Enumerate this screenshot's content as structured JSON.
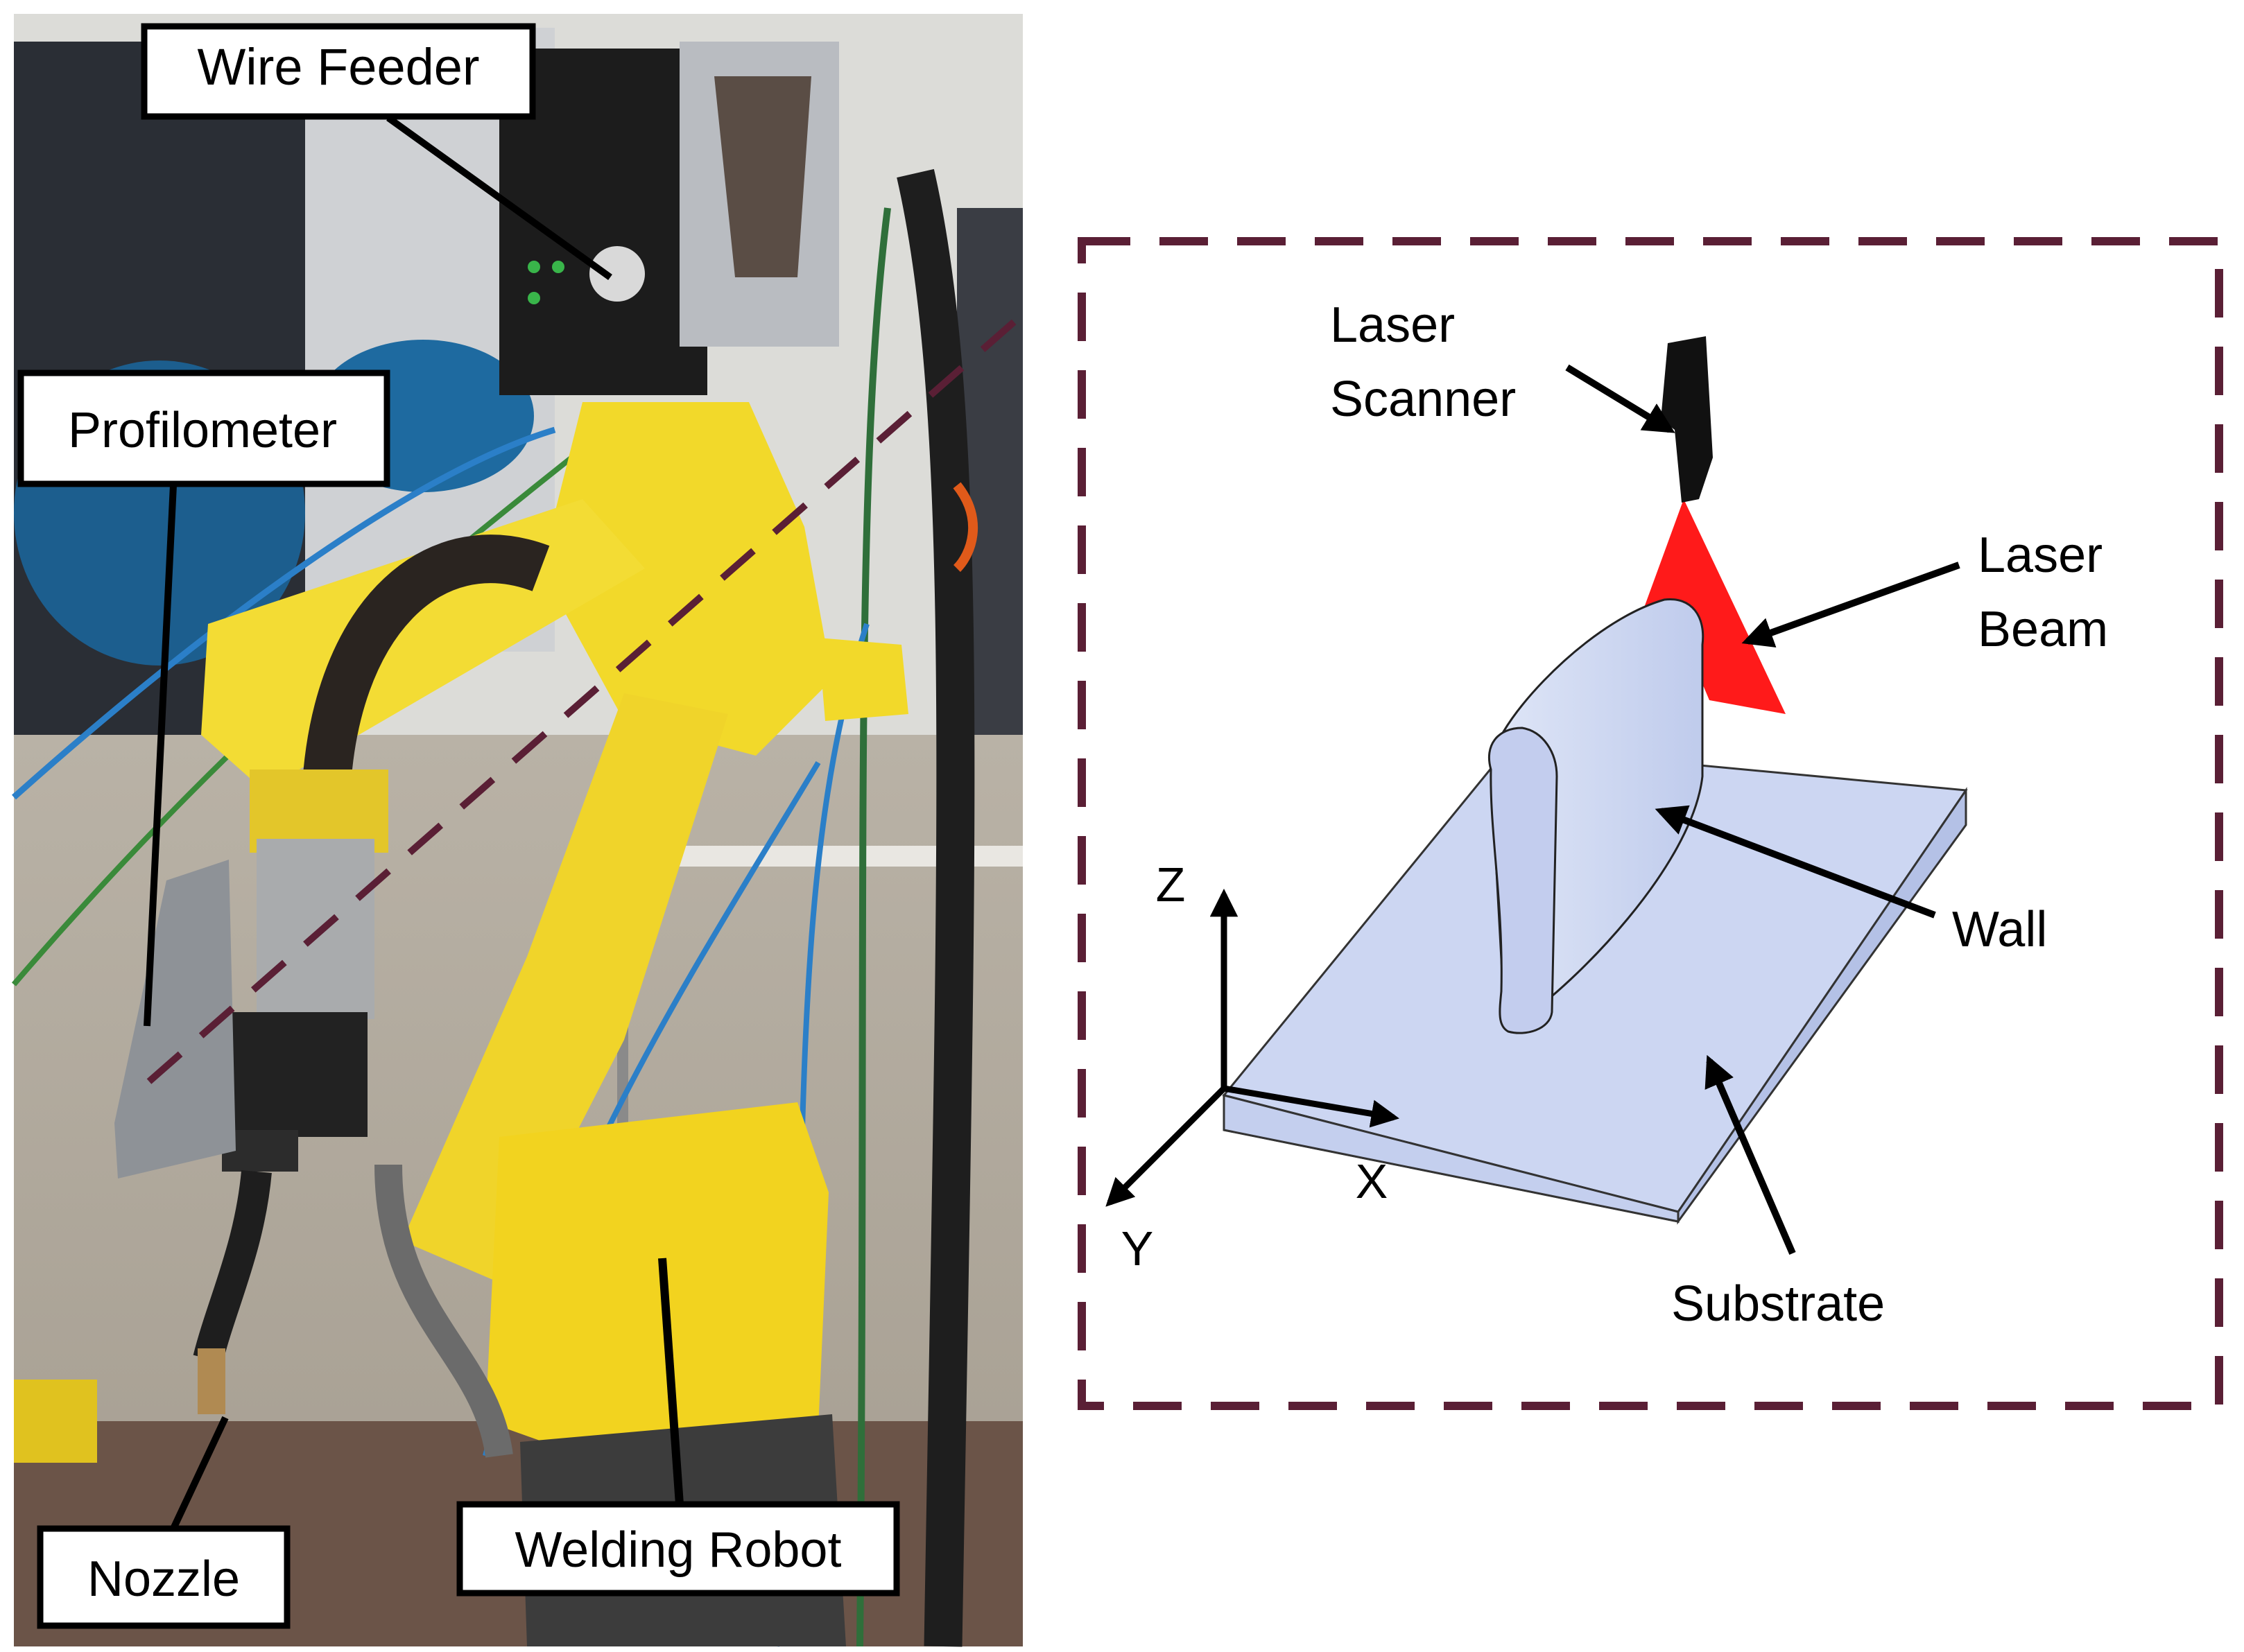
{
  "photo": {
    "labels": {
      "wire_feeder": "Wire Feeder",
      "profilometer": "Profilometer",
      "nozzle": "Nozzle",
      "welding_robot": "Welding Robot"
    }
  },
  "schematic": {
    "labels": {
      "laser_scanner_line1": "Laser",
      "laser_scanner_line2": "Scanner",
      "laser_beam_line1": "Laser",
      "laser_beam_line2": "Beam",
      "wall": "Wall",
      "substrate": "Substrate"
    },
    "axes": {
      "x": "X",
      "y": "Y",
      "z": "Z"
    }
  },
  "colors": {
    "robot_yellow": "#f2d92a",
    "laser_red": "#ff1a1a",
    "part_fill": "#ccd6f2",
    "dash_outline": "#5a1f35"
  }
}
